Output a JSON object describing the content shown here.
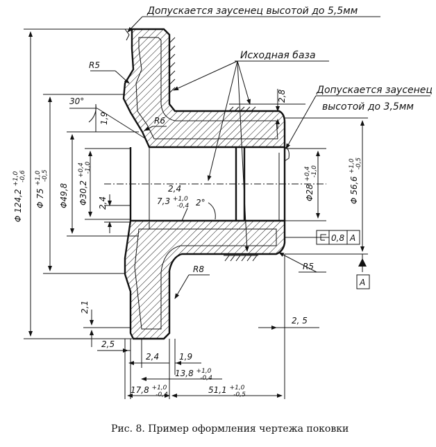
{
  "notes": {
    "burr_top": "Допускается заусенец высотой до 5,5мм",
    "datum": "Исходная база",
    "burr_right_1": "Допускается заусенец",
    "burr_right_2": "высотой до 3,5мм"
  },
  "dims": {
    "d_outer": "Φ 124,2",
    "d_outer_tol_up": "+1,0",
    "d_outer_tol_low": "-0,6",
    "d_75": "Φ 75",
    "d_75_tol_up": "+1,0",
    "d_75_tol_low": "-0,5",
    "d_49": "Φ49,8",
    "d_30": "Φ30,2",
    "d_30_tol_up": "+0,4",
    "d_30_tol_low": "-1,0",
    "d_28": "Φ28",
    "d_28_tol_up": "+0,4",
    "d_28_tol_low": "-1,0",
    "d_56": "Φ 56,6",
    "d_56_tol_up": "+1,0",
    "d_56_tol_low": "-0,5",
    "r5_top": "R5",
    "r6": "R6",
    "r8": "R8",
    "r5_bottom": "R5",
    "angle_30": "30°",
    "angle_2": "2°",
    "h_1_9": "1,9",
    "h_2_4_left": "2,4",
    "h_2_4_mid": "2,4",
    "h_2_8": "2,8",
    "h_2_1": "2,1",
    "h_2_5_right": "2, 5",
    "len_2_5": "2,5",
    "len_2_4": "2,4",
    "len_1_9": "1,9",
    "len_7_3": "7,3",
    "len_7_3_tol_up": "+1,0",
    "len_7_3_tol_low": "-0,4",
    "len_13_8": "13,8",
    "len_13_8_tol_up": "+1,0",
    "len_13_8_tol_low": "-0,4",
    "len_17_8": "17,8",
    "len_17_8_tol_up": "+1,0",
    "len_17_8_tol_low": "-0,4",
    "len_51_1": "51,1",
    "len_51_1_tol_up": "+1,0",
    "len_51_1_tol_low": "-0,5"
  },
  "runout": {
    "value": "0,8",
    "datum": "A"
  },
  "datum_box": "A",
  "caption": "Рис. 8. Пример оформления чертежа поковки"
}
